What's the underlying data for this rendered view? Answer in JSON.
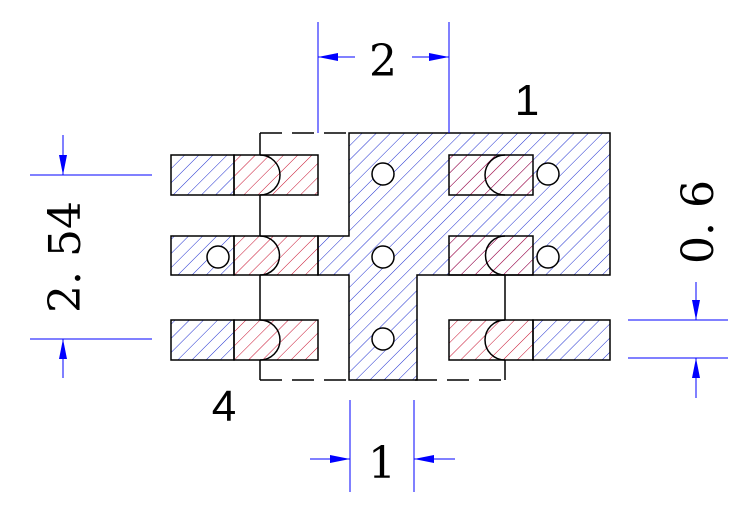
{
  "dimensions": {
    "pitch_horizontal": "2",
    "pitch_vertical": "2. 54",
    "pad_width": "0. 6",
    "slot_width": "1"
  },
  "pins": {
    "pin1": "1",
    "pin4": "4"
  },
  "colors": {
    "outline": "#000000",
    "blue_hatch": "#1f2fd0",
    "red_hatch": "#c8102e",
    "dimension": "#0000ff"
  },
  "icons": [
    "arrow-icon",
    "via-hole-icon"
  ]
}
